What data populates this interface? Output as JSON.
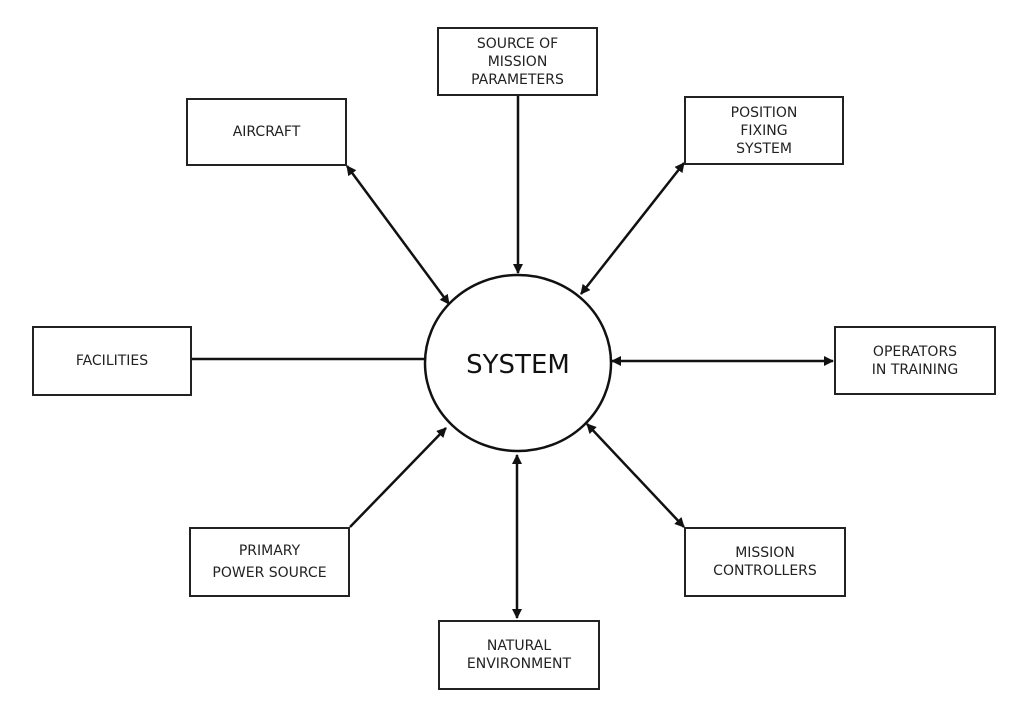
{
  "diagram": {
    "center": {
      "label": "SYSTEM"
    },
    "nodes": {
      "aircraft": {
        "lines": [
          "AIRCRAFT"
        ]
      },
      "mission_parameters": {
        "lines": [
          "SOURCE OF",
          "MISSION",
          "PARAMETERS"
        ]
      },
      "position_fixing": {
        "lines": [
          "POSITION",
          "FIXING",
          "SYSTEM"
        ]
      },
      "facilities": {
        "lines": [
          "FACILITIES"
        ]
      },
      "operators_training": {
        "lines": [
          "OPERATORS",
          "IN TRAINING"
        ]
      },
      "primary_power": {
        "lines": [
          "PRIMARY",
          "POWER SOURCE"
        ]
      },
      "natural_environment": {
        "lines": [
          "NATURAL",
          "ENVIRONMENT"
        ]
      },
      "mission_controllers": {
        "lines": [
          "MISSION",
          "CONTROLLERS"
        ]
      }
    }
  }
}
